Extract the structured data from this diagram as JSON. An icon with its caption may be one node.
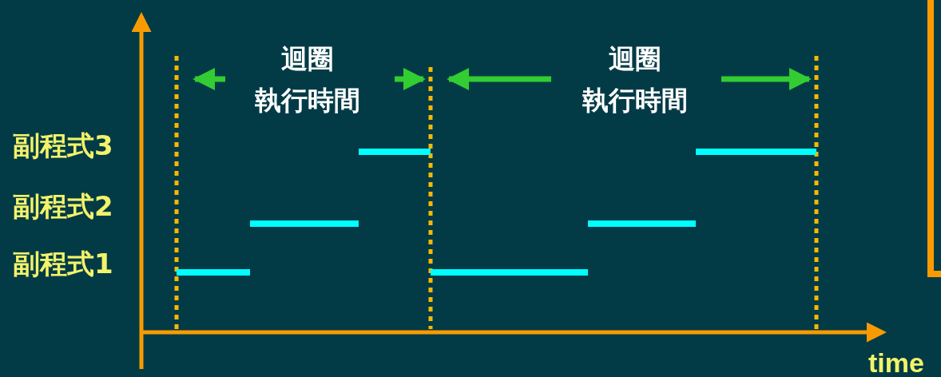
{
  "diagram": {
    "labels": [
      "迴圈執行時間",
      "迴圈執行時間",
      "副程式3",
      "副程式2",
      "副程式1",
      "time"
    ]
  }
}
